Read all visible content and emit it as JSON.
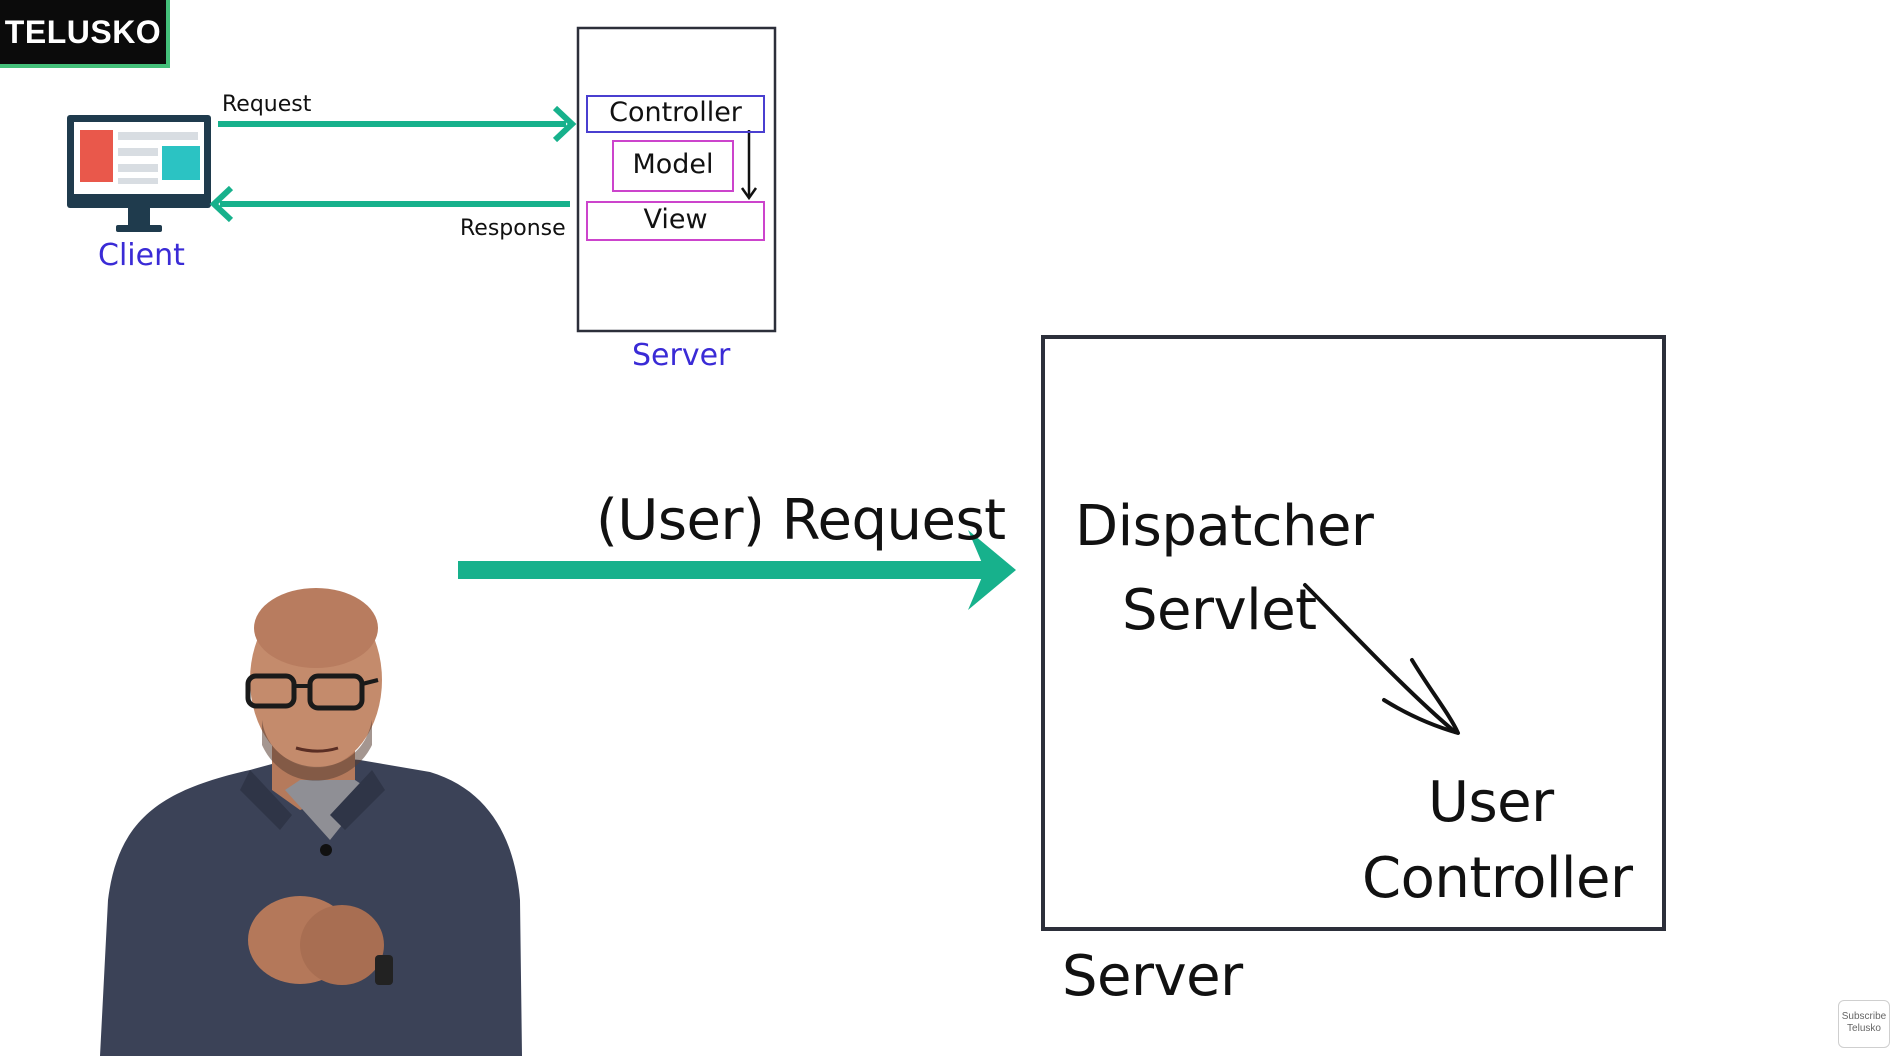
{
  "brand": {
    "logo_text": "TELUSKO"
  },
  "top_diagram": {
    "client_label": "Client",
    "request_label": "Request",
    "response_label": "Response",
    "server_label": "Server",
    "controller_label": "Controller",
    "model_label": "Model",
    "view_label": "View"
  },
  "main_diagram": {
    "request_label": "(User) Request",
    "dispatcher_line1": "Dispatcher",
    "dispatcher_line2": "Servlet",
    "user_controller_line1": "User",
    "user_controller_line2": "Controller",
    "server_label": "Server"
  },
  "subscribe": {
    "line1": "Subscribe",
    "line2": "Telusko"
  },
  "colors": {
    "arrow_teal": "#17b18c",
    "label_blue": "#3a2bd6",
    "controller_border": "#4a3fd0",
    "model_view_border": "#cc44cc",
    "box_border": "#2c2f3a"
  },
  "icons": [
    "monitor-icon",
    "presenter-photo"
  ]
}
